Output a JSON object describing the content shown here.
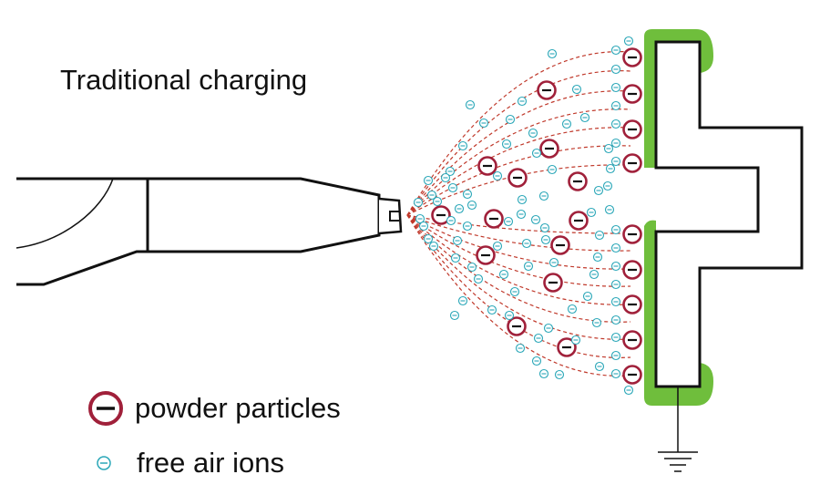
{
  "title": "Traditional charging",
  "legend": {
    "powder_label": "powder particles",
    "ion_label": "free air ions",
    "powder_icon": "negative-charge-circle-icon",
    "ion_icon": "small-negative-ion-icon"
  },
  "colors": {
    "particle": "#a0203a",
    "ion": "#2aa7b8",
    "field_line": "#c0392b",
    "coating": "#6fbe3c",
    "outline": "#111111"
  }
}
